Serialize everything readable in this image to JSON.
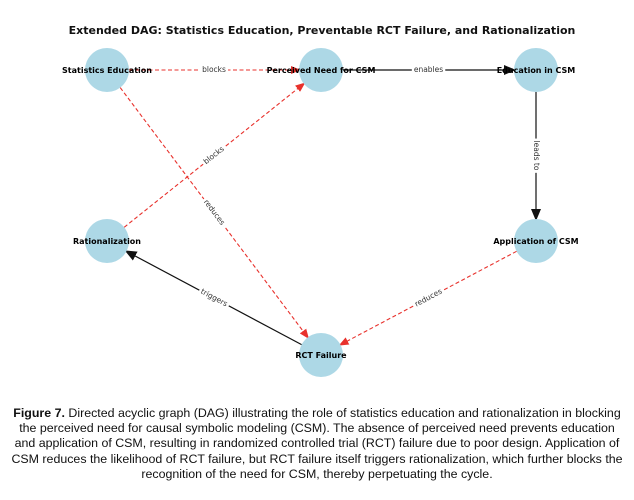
{
  "title": "Extended DAG: Statistics Education, Preventable RCT Failure, and Rationalization",
  "nodes": [
    {
      "id": "stats",
      "label": "Statistics Education"
    },
    {
      "id": "need",
      "label": "Perceived Need for CSM"
    },
    {
      "id": "edu",
      "label": "Education in CSM"
    },
    {
      "id": "app",
      "label": "Application of CSM"
    },
    {
      "id": "rat",
      "label": "Rationalization"
    },
    {
      "id": "rct",
      "label": "RCT Failure"
    }
  ],
  "edges": [
    {
      "from": "stats",
      "to": "need",
      "label": "blocks",
      "style": "red-dashed"
    },
    {
      "from": "stats",
      "to": "rct",
      "label": "reduces",
      "style": "red-dashed"
    },
    {
      "from": "need",
      "to": "edu",
      "label": "enables",
      "style": "black-solid"
    },
    {
      "from": "edu",
      "to": "app",
      "label": "leads to",
      "style": "black-solid"
    },
    {
      "from": "app",
      "to": "rct",
      "label": "reduces",
      "style": "red-dashed"
    },
    {
      "from": "rct",
      "to": "rat",
      "label": "triggers",
      "style": "black-solid"
    },
    {
      "from": "rat",
      "to": "need",
      "label": "blocks",
      "style": "red-dashed"
    }
  ],
  "colors": {
    "node_fill": "#add8e6",
    "red_edge": "#e8312c",
    "black_edge": "#111111"
  },
  "caption": {
    "figure_label": "Figure 7.",
    "text": "Directed acyclic graph (DAG) illustrating the role of statistics education and rationalization in blocking the perceived need for causal symbolic modeling (CSM). The absence of perceived need prevents education and application of CSM, resulting in randomized controlled trial (RCT) failure due to poor design. Application of CSM reduces the likelihood of RCT failure, but RCT failure itself triggers rationalization, which further blocks the recognition of the need for CSM, thereby perpetuating the cycle."
  }
}
